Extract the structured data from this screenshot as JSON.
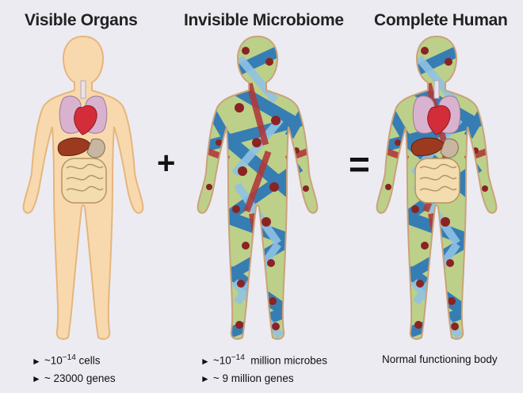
{
  "panels": {
    "visible": {
      "title": "Visible Organs",
      "facts": [
        {
          "bullet": "►",
          "pre": "~10",
          "sup": "−14",
          "post": " cells"
        },
        {
          "bullet": "►",
          "pre": "~ 23000 genes",
          "sup": "",
          "post": ""
        }
      ]
    },
    "microbiome": {
      "title": "Invisible Microbiome",
      "facts": [
        {
          "bullet": "►",
          "pre": "~10",
          "sup": "−14",
          "post": "  million microbes"
        },
        {
          "bullet": "►",
          "pre": "~ 9 million genes",
          "sup": "",
          "post": ""
        }
      ]
    },
    "complete": {
      "title": "Complete Human",
      "caption": "Normal functioning body"
    }
  },
  "operators": {
    "plus": "+",
    "equals": "="
  },
  "colors": {
    "background": "#ecebf1",
    "skin": "#f8d9ad",
    "skin_outline": "#e6b57e",
    "heart": "#d32d3a",
    "lungs": "#d9b2cf",
    "liver": "#9c3a1f",
    "intestine": "#f3dcae",
    "microbe_blue": "#2f79b7",
    "microbe_red": "#8a2323",
    "microbe_green": "#a9bf6e"
  }
}
